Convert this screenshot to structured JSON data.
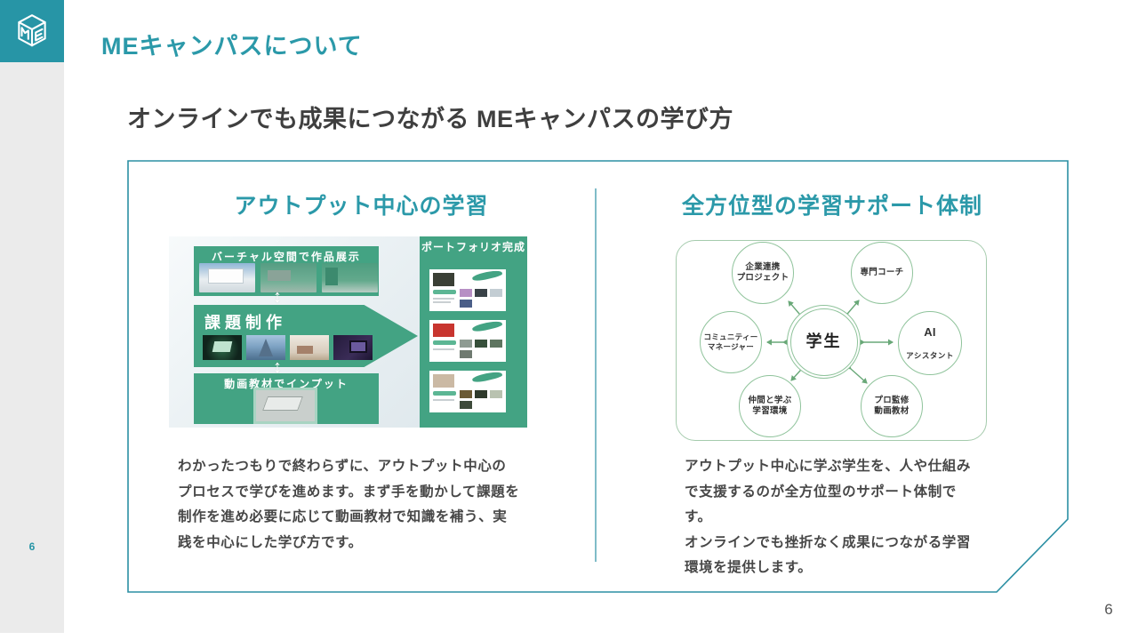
{
  "colors": {
    "accent_teal": "#2b99a9",
    "logo_teal": "#2795a6",
    "flow_green": "#43a383",
    "diagram_green_border": "#8fc39b",
    "text_dark": "#3f3f3f"
  },
  "header": {
    "title": "MEキャンパスについて",
    "logo_icon": "me-cube-logo"
  },
  "slide": {
    "subtitle": "オンラインでも成果につながる MEキャンパスの学び方",
    "sidebar_page_number": "6",
    "corner_page_number": "6"
  },
  "left_panel": {
    "heading": "アウトプット中心の学習",
    "flow_diagram": {
      "top_banner_label": "バーチャル空間で作品展示",
      "arrow_label": "課題制作",
      "bottom_banner_label": "動画教材でインプット",
      "portfolio_banner_label": "ポートフォリオ完成"
    },
    "description": "わかったつもりで終わらずに、アウトプット中心の\nプロセスで学びを進めます。まず手を動かして課題を\n制作を進め必要に応じて動画教材で知識を補う、実\n践を中心にした学び方です。"
  },
  "right_panel": {
    "heading": "全方位型の学習サポート体制",
    "support_diagram": {
      "center_label": "学生",
      "top_left_label": "企業連携\nプロジェクト",
      "top_right_label": "専門コーチ",
      "left_label": "コミュニティー\nマネージャー",
      "right_label_line1": "AI",
      "right_label_line2": "アシスタント",
      "bottom_left_label": "仲間と学ぶ\n学習環境",
      "bottom_right_label": "プロ監修\n動画教材"
    },
    "description": "アウトプット中心に学ぶ学生を、人や仕組み\nで支援するのが全方位型のサポート体制で\nす。\nオンラインでも挫折なく成果につながる学習\n環境を提供します。"
  }
}
